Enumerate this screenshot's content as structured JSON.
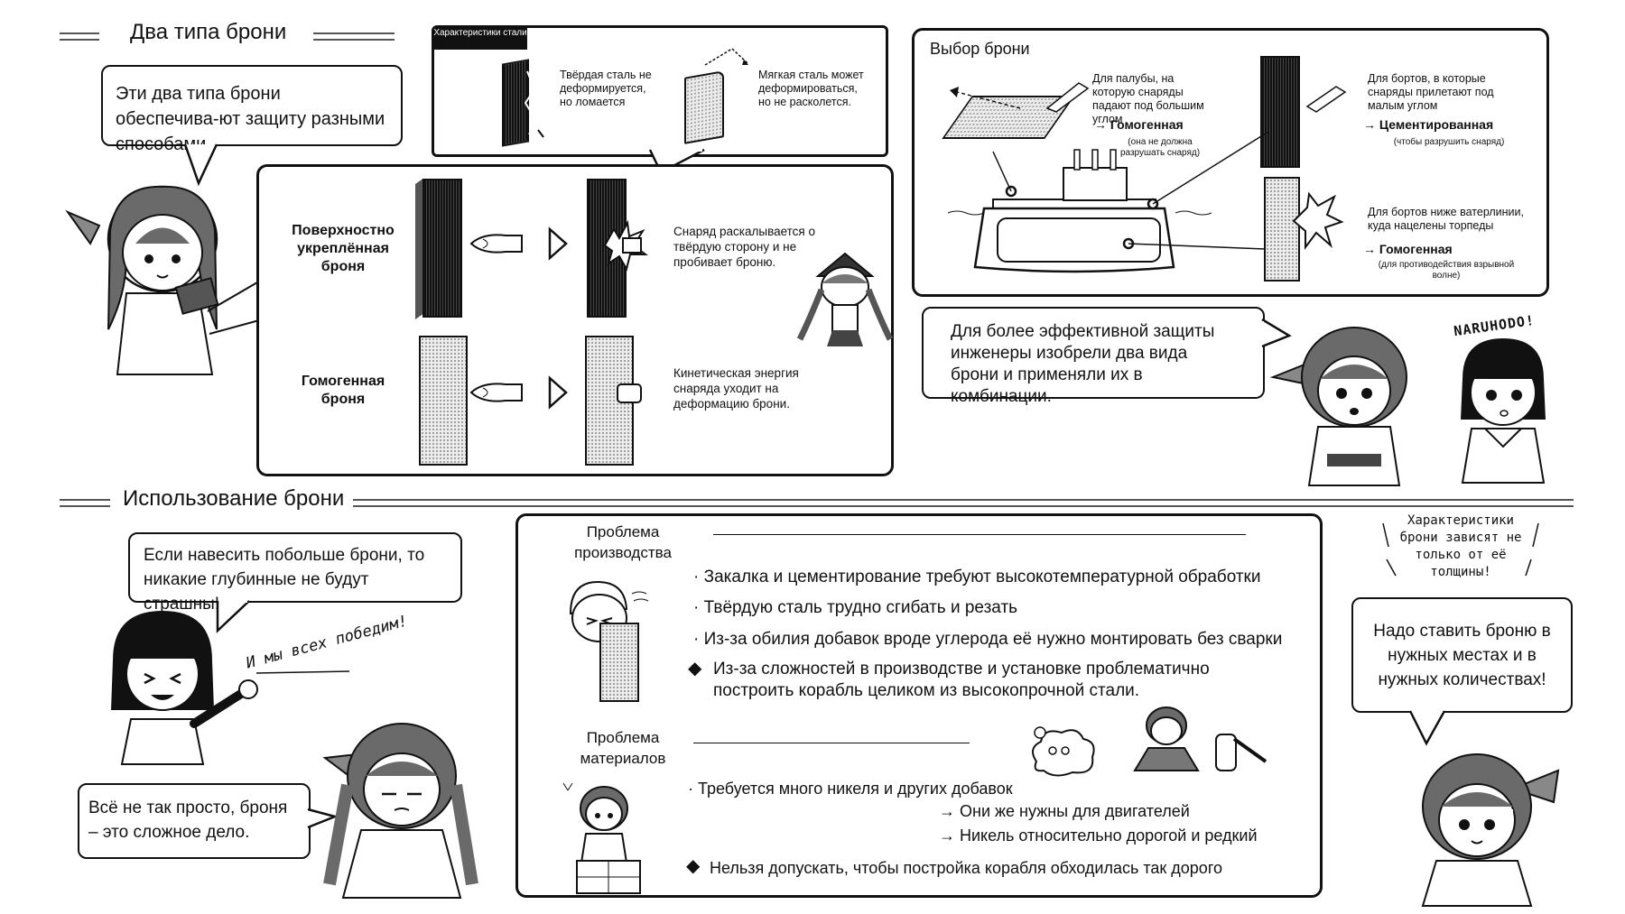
{
  "sections": {
    "two_types": "Два типа брони",
    "usage": "Использование брони"
  },
  "bubbles": {
    "intro": "Эти два типа брони обеспечива-ют защиту разными способами.",
    "engineers": "Для более эффективной защиты инженеры изобрели два вида брони и применяли их в комбинации.",
    "more_armor": "Если навесить побольше брони, то никакие глубинные не будут страшны!",
    "not_simple": "Всё не так просто, броня – это сложное дело.",
    "right_places": "Надо ставить броню в нужных местах и в нужных количествах!"
  },
  "handwritten": {
    "win": "И мы всех победим!",
    "naruhodo": "NARUHODO!",
    "depends": "Характеристики брони зависят не только от её толщины!"
  },
  "steel": {
    "tab": "Характеристики стали",
    "hard": "Твёрдая сталь не деформируется, но ломается",
    "soft": "Мягкая сталь может деформироваться, но не расколется."
  },
  "comparison": {
    "surface_label": "Поверхностно укреплённая броня",
    "surface_desc": "Снаряд раскалывается о твёрдую сторону и не пробивает броню.",
    "homog_label": "Гомогенная броня",
    "homog_desc": "Кинетическая энергия снаряда уходит на деформацию брони."
  },
  "choice": {
    "title": "Выбор брони",
    "deck_desc": "Для палубы, на которую снаряды падают под большим углом",
    "deck_arrow": "→",
    "deck_type": "Гомогенная",
    "deck_note": "(она не должна разрушать снаряд)",
    "side_desc": "Для бортов, в которые снаряды прилетают под малым углом",
    "side_arrow": "→",
    "side_type": "Цементированная",
    "side_note": "(чтобы разрушить снаряд)",
    "lower_desc": "Для бортов ниже ватерлинии, куда нацелены торпеды",
    "lower_arrow": "→",
    "lower_type": "Гомогенная",
    "lower_note": "(для противодействия взрывной волне)"
  },
  "problems": {
    "production_title": "Проблема производства",
    "production_items": [
      "· Закалка и цементирование требуют высокотемпературной обработки",
      "· Твёрдую сталь трудно сгибать и резать",
      "· Из-за обилия добавок вроде углерода её нужно монтировать без сварки"
    ],
    "production_conclusion_1": "Из-за сложностей в производстве и установке проблематично",
    "production_conclusion_2": "построить корабль целиком из высокопрочной стали.",
    "materials_title": "Проблема материалов",
    "materials_item": "· Требуется много никеля и других добавок",
    "materials_sub_1": "→ Они же нужны для двигателей",
    "materials_sub_2": "→ Никель относительно дорогой и редкий",
    "materials_conclusion": "Нельзя допускать, чтобы постройка корабля обходилась так дорого",
    "diamond": "◆"
  }
}
